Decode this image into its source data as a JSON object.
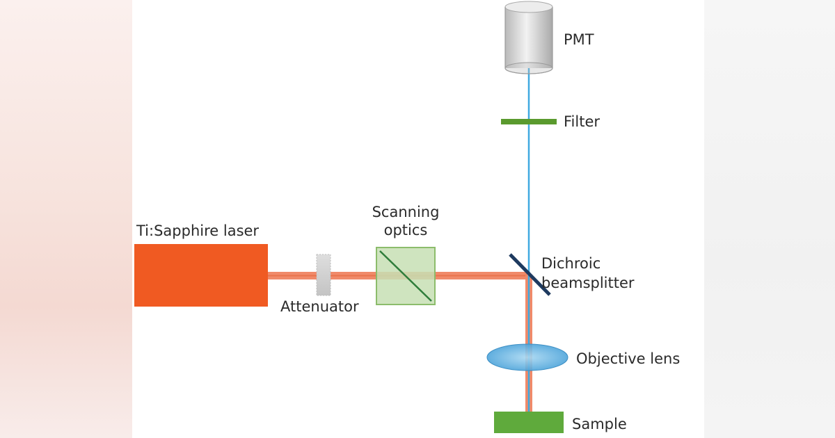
{
  "labels": {
    "pmt": "PMT",
    "filter": "Filter",
    "laser": "Ti:Sapphire laser",
    "scanning_line1": "Scanning",
    "scanning_line2": "optics",
    "attenuator": "Attenuator",
    "dichroic_line1": "Dichroic",
    "dichroic_line2": "beamsplitter",
    "objective": "Objective lens",
    "sample": "Sample"
  },
  "colors": {
    "laser": "#f05a22",
    "excitation_beam": "#f08a6a",
    "emission_beam": "#3fa9e0",
    "filter": "#5a9a2e",
    "sample": "#5faa3c",
    "scanning_optics": "#c7dfb4",
    "dichroic": "#1e3a5f",
    "objective": "#5bb0e0",
    "attenuator": "#cfcfcf",
    "pmt": "#d6d6d6"
  }
}
